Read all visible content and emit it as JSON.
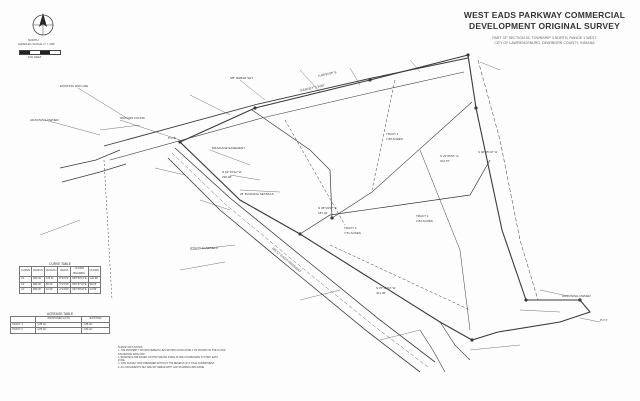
{
  "title": {
    "line1": "WEST EADS PARKWAY COMMERCIAL",
    "line2": "DEVELOPMENT ORIGINAL SURVEY",
    "sub1": "PART OF SECTION 35, TOWNSHIP 3 NORTH, RANGE 1 WEST",
    "sub2": "CITY OF LAWRENCEBURG, DEARBORN COUNTY, INDIANA"
  },
  "north_arrow": {
    "label": "NORTH"
  },
  "scale": {
    "text": "GRAPHIC SCALE 1\" = 100'",
    "distance": "100 FEET"
  },
  "road": {
    "upper": "BARNEY'S WAY",
    "lower": "WEST EADS PARKWAY"
  },
  "tracts": {
    "tract1_name": "TRACT 1",
    "tract1_area": "1.88 ACRES",
    "tract2_name": "TRACT 2",
    "tract2_area": "2.83 ACRES",
    "tract3_name": "TRACT 3",
    "tract3_area": "7.51 ACRES"
  },
  "curve_table": {
    "title": "CURVE TABLE",
    "headers": [
      "CURVE",
      "RADIUS",
      "LENGTH",
      "DELTA",
      "CHORD BEARING",
      "CHORD"
    ],
    "rows": [
      [
        "C1",
        "980.00'",
        "143.11'",
        "8°22'02\"",
        "S65°50'13\"E",
        "142.98'"
      ],
      [
        "C2",
        "980.00'",
        "58.06'",
        "3°23'40\"",
        "S59°57'22\"E",
        "58.05'"
      ],
      [
        "C3",
        "980.00'",
        "43.90'",
        "2°34'00\"",
        "S56°58'32\"E",
        "43.89'"
      ]
    ]
  },
  "area_table": {
    "title": "ACREAGE TABLE",
    "headers": [
      "",
      "PROPOSED LOTS",
      "EXISTING"
    ],
    "rows": [
      [
        "TRACT 1",
        "1.88 AC",
        "1.88 AC"
      ],
      [
        "TRACT 2",
        "2.83 AC",
        "2.83 AC"
      ]
    ]
  },
  "labels": {
    "pob": "P.O.B.",
    "rw_line": "EXISTING R/W LINE",
    "drain_easement": "DRAINAGE EASEMENT",
    "iron_pin": "IRON PIN FOUND",
    "set_rebar": "5/8\" REBAR SET",
    "north_line": "N 89°51'08\" E",
    "tract_line": "S 00°45'13\" W",
    "adjoiner_n": "ADJOINING OWNER",
    "adjoiner_s": "ADJOINING OWNER",
    "util_easement": "UTILITY EASEMENT",
    "bearing_a": "N 64°15'22\" W",
    "bearing_b": "S 24°05'51\" E",
    "bearing_c": "N 38°19'07\" E",
    "bearing_d": "S 76°39'04\" W",
    "dist_a": "236.48'",
    "dist_b": "312.57'",
    "dist_c": "187.42'",
    "dist_d": "421.06'",
    "setback": "25' BUILDING SETBACK",
    "pot": "P.O.T."
  },
  "notes": [
    "SURVEYOR'S NOTES:",
    "1. THE PROPERTY SHOWN HEREON LIES WITHIN FLOOD ZONE X AS SHOWN ON THE FLOOD INSURANCE RATE MAP.",
    "2. BEARINGS ARE BASED ON THE INDIANA STATE PLANE COORDINATE SYSTEM, EAST ZONE.",
    "3. THIS SURVEY WAS PREPARED WITHOUT THE BENEFIT OF A TITLE COMMITMENT.",
    "4. ALL MONUMENTS SET ARE 5/8\" REBAR WITH CAP STAMPED FIRM NAME."
  ],
  "colors": {
    "linework": "#3a3a3a",
    "text": "#333333",
    "paper": "#fdfdfd"
  }
}
